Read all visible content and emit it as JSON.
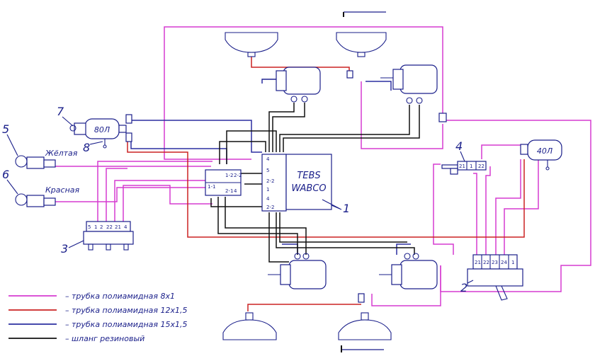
{
  "colors": {
    "polyamide_8": "#d63cd0",
    "polyamide_12": "#cc2222",
    "polyamide_15": "#2b2fa0",
    "rubber": "#111111",
    "ink": "#1a1f8a"
  },
  "components": {
    "ebs_line1": "TEBS",
    "ebs_line2": "WABCO",
    "tank_80": "80Л",
    "tank_40": "40Л",
    "coupling_yellow": "Жёлтая",
    "coupling_red": "Красная",
    "mod4_ports": [
      "21",
      "1",
      "22"
    ],
    "valve_block_ports": [
      "21",
      "22",
      "23",
      "24",
      "1"
    ],
    "block3_ports": [
      "5",
      "1",
      "2",
      "22",
      "21",
      "4"
    ],
    "modulator_ports": [
      "1-1",
      "1-2",
      "2-1",
      "2-2",
      "4"
    ],
    "ebs_ports": [
      "4",
      "5",
      "2-2",
      "1",
      "4",
      "2-2"
    ]
  },
  "callouts": [
    "1",
    "2",
    "3",
    "4",
    "5",
    "6",
    "7",
    "8"
  ],
  "legend": [
    {
      "text": "– трубка полиамидная 8х1",
      "color": "#d63cd0"
    },
    {
      "text": "– трубка полиамидная 12х1,5",
      "color": "#cc2222"
    },
    {
      "text": "– трубка полиамидная 15х1,5",
      "color": "#2b2fa0"
    },
    {
      "text": "– шланг резиновый",
      "color": "#111111"
    }
  ]
}
